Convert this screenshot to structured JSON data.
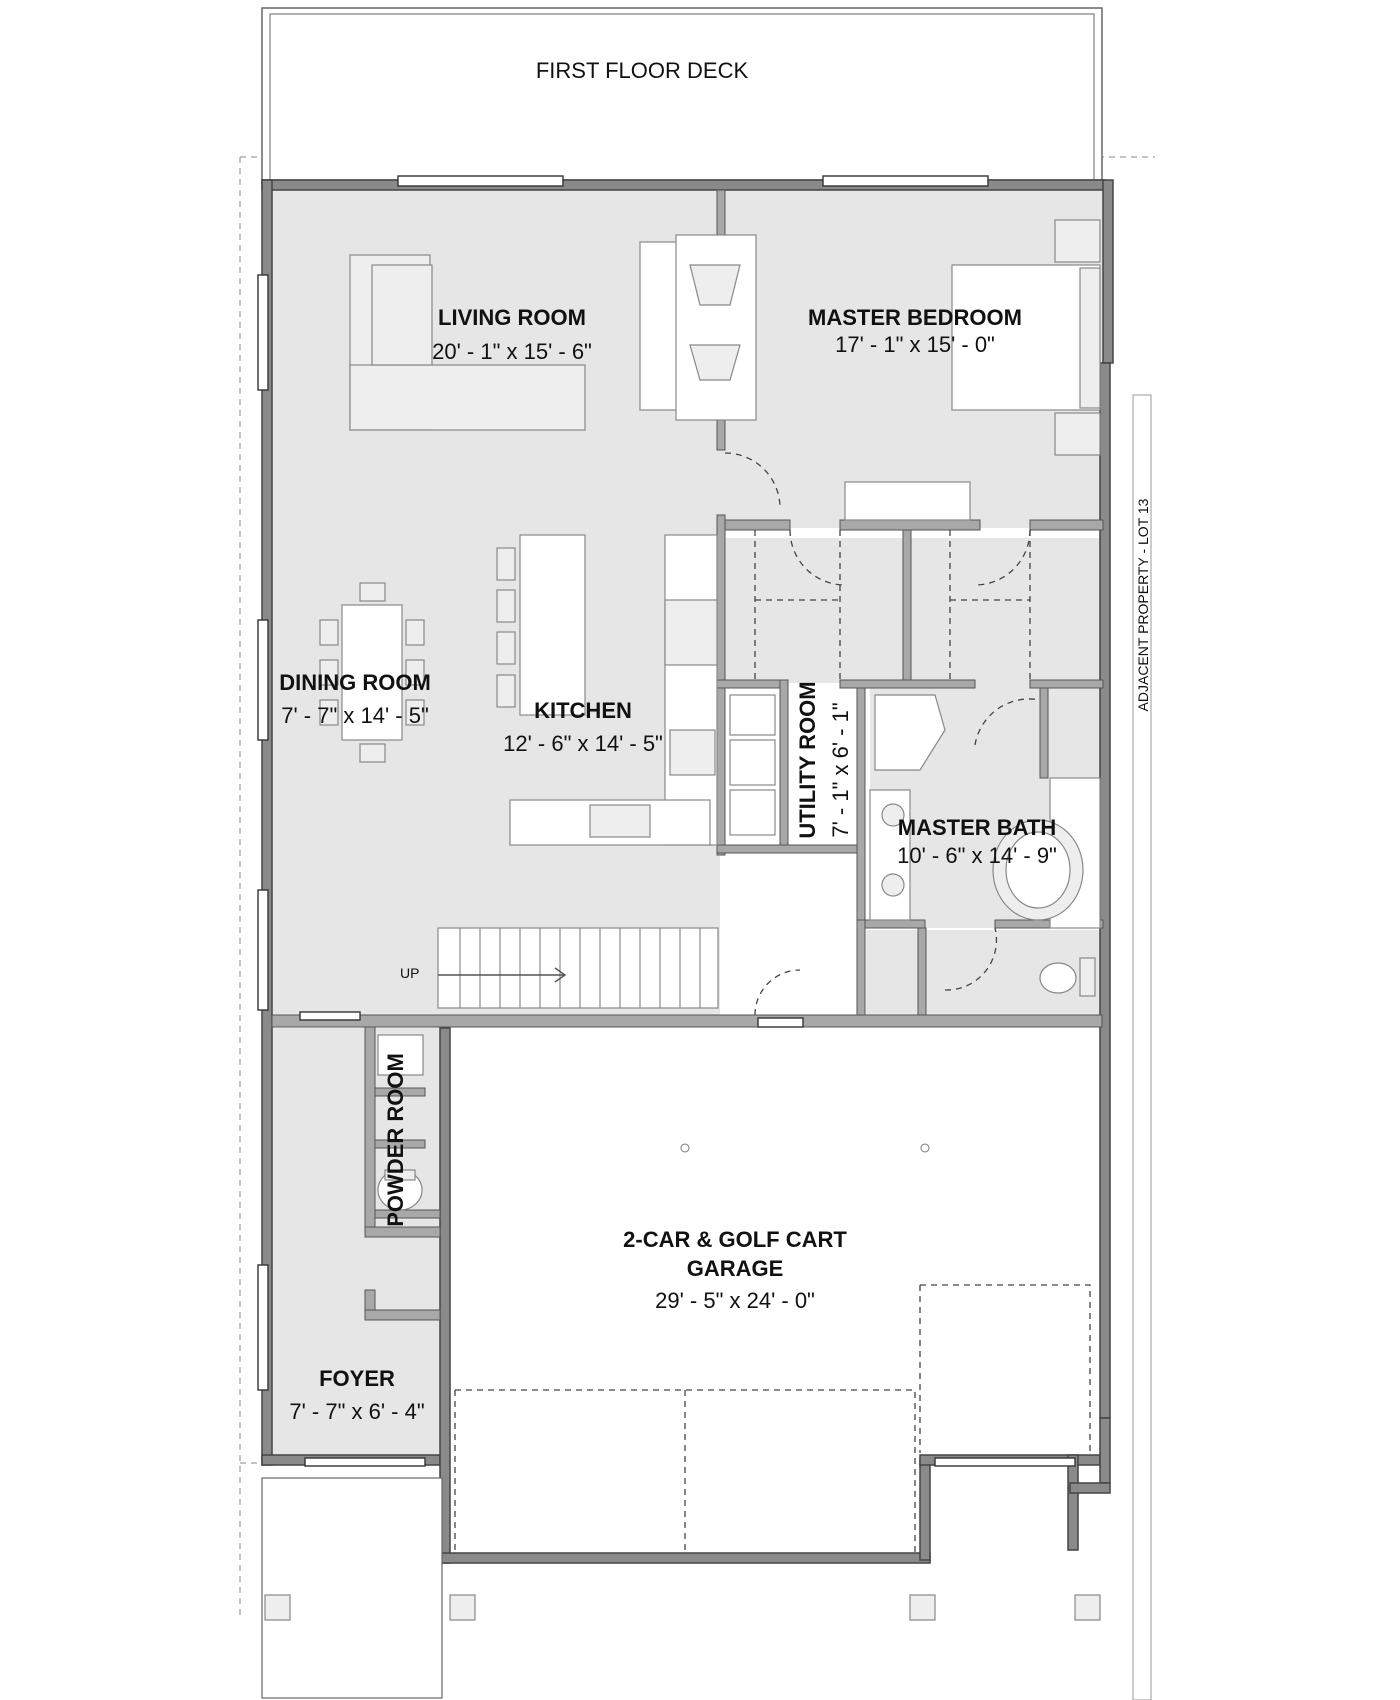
{
  "deck": {
    "label": "FIRST FLOOR DECK"
  },
  "rooms": {
    "living": {
      "name": "LIVING ROOM",
      "dims": "20' - 1\" x 15' - 6\""
    },
    "master_bedroom": {
      "name": "MASTER BEDROOM",
      "dims": "17' - 1\" x 15' - 0\""
    },
    "dining": {
      "name": "DINING ROOM",
      "dims": "7' - 7\" x 14' - 5\""
    },
    "kitchen": {
      "name": "KITCHEN",
      "dims": "12' - 6\" x 14' - 5\""
    },
    "utility": {
      "name": "UTILITY ROOM",
      "dims": "7' - 1\" x 6' - 1\""
    },
    "master_bath": {
      "name": "MASTER BATH",
      "dims": "10' - 6\" x 14' - 9\""
    },
    "powder": {
      "name": "POWDER ROOM"
    },
    "garage": {
      "name_line1": "2-CAR & GOLF CART",
      "name_line2": "GARAGE",
      "dims": "29' - 5\" x 24' - 0\""
    },
    "foyer": {
      "name": "FOYER",
      "dims": "7' - 7\" x 6' - 4\""
    }
  },
  "stairs": {
    "label": "UP"
  },
  "adjacent": {
    "label": "ADJACENT PROPERTY - LOT 13"
  },
  "colors": {
    "wall": "#8a8a8a",
    "floor": "#e6e6e6",
    "background": "#ffffff"
  }
}
